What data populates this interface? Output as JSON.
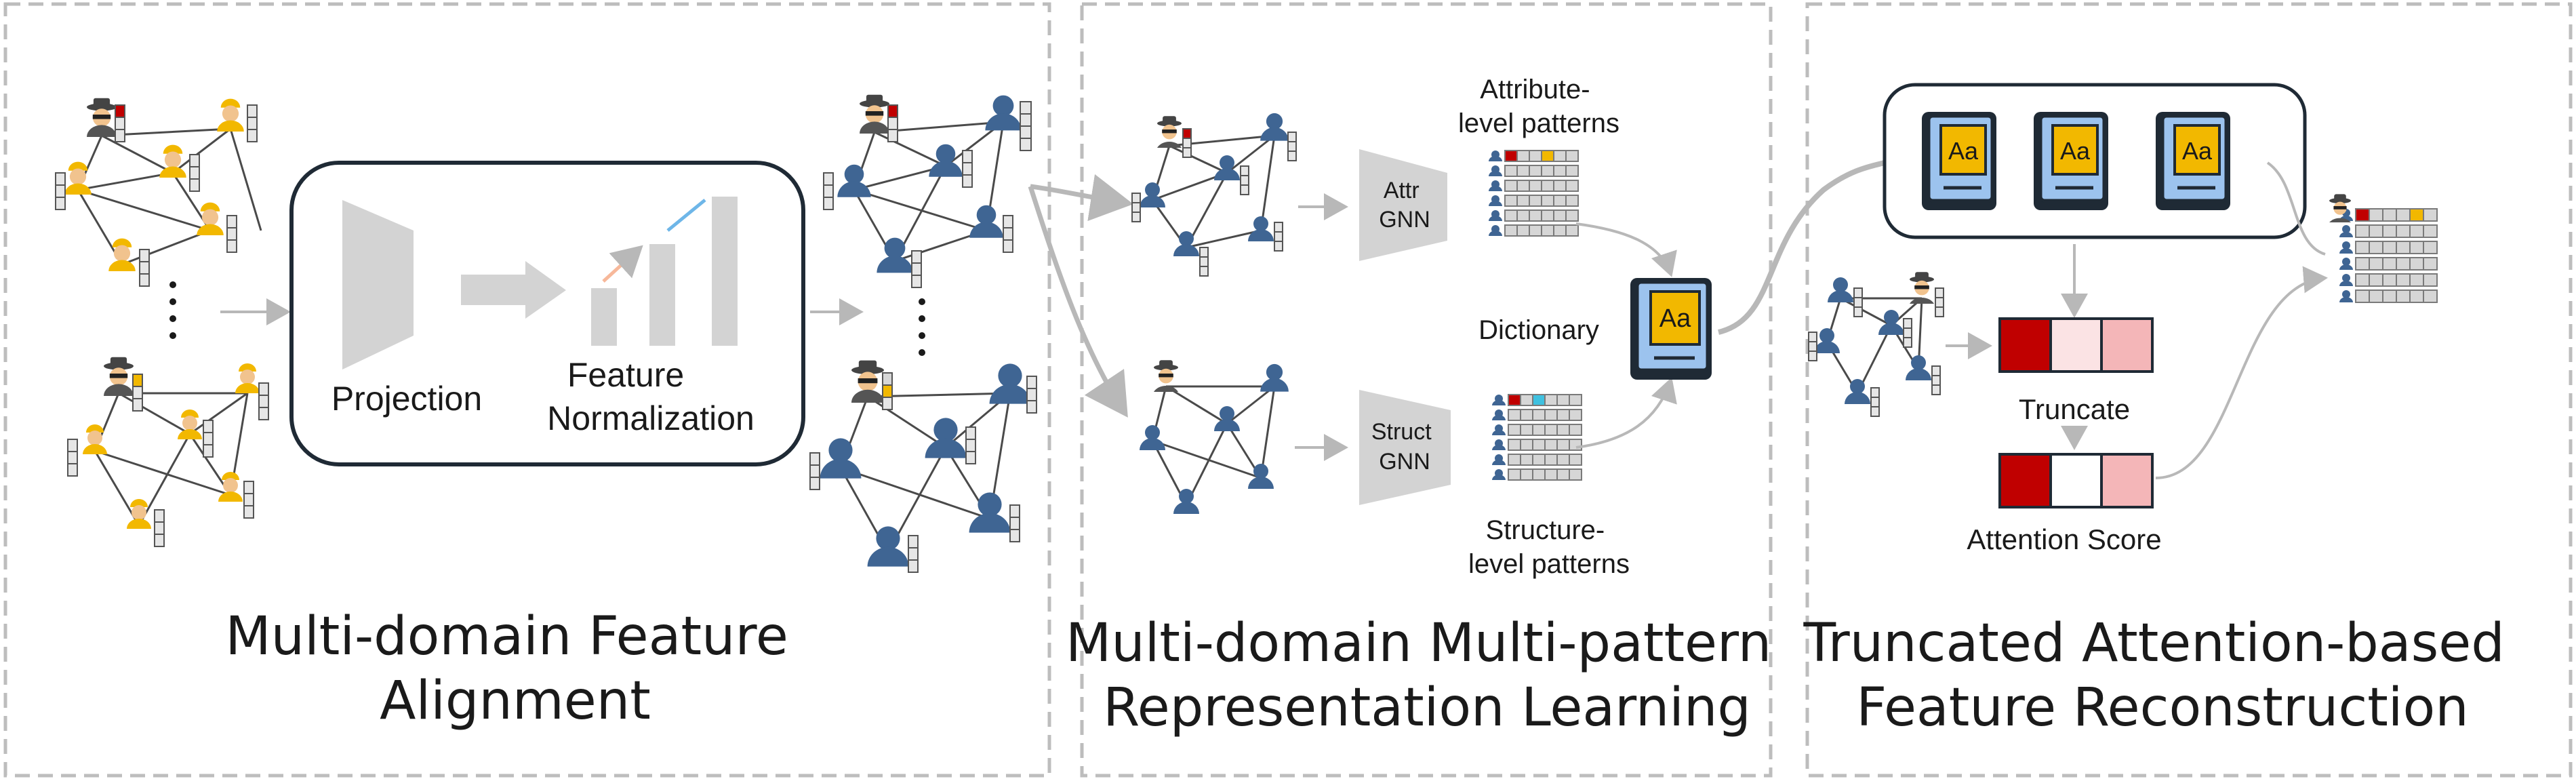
{
  "sections": {
    "alignment": "Multi-domain Feature Alignment",
    "representation": "Multi-domain Multi-pattern Representation Learning",
    "reconstruction": "Truncated Attention-based Feature Reconstruction"
  },
  "alignment_box": {
    "projection_label": "Projection",
    "normalization_label": "Feature Normalization"
  },
  "representation": {
    "attr_gnn": "Attr GNN",
    "struct_gnn": "Struct GNN",
    "attribute_patterns": "Attribute-level patterns",
    "structure_patterns": "Structure-level patterns",
    "dictionary": "Dictionary"
  },
  "reconstruction": {
    "truncate": "Truncate",
    "attention_score": "Attention Score"
  },
  "icons": {
    "dictionary_book": "book-icon",
    "user": "user-icon",
    "spy": "spy-icon",
    "worker": "worker-icon"
  },
  "colors": {
    "node_blue": "#3f6593",
    "gray_box": "#d6d6d6",
    "border_dashed": "#bdbdbd",
    "red": "#c00000",
    "light_red": "#f4b6b8",
    "pale_red": "#fbe3e4",
    "gold": "#f2b800",
    "cyan": "#3fc1e0",
    "book_blue": "#9cc3ee"
  }
}
